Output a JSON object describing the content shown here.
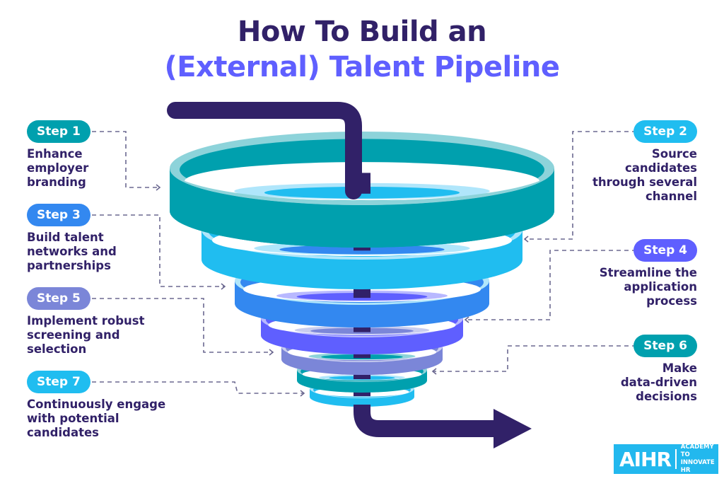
{
  "title": {
    "line1": "How To Build an",
    "line2": "(External) Talent Pipeline"
  },
  "colors": {
    "navy": "#312168",
    "violet": "#5f5fff",
    "teal": "#00a0ae",
    "teal_light": "#8dd3da",
    "sky": "#20bdf0",
    "sky_light": "#b0e6fb",
    "blue": "#3388f0",
    "indigo": "#5f5fff",
    "indigo_light": "#b8b8ff",
    "lavender": "#7b86d8",
    "lavender_light": "#c9cdef",
    "dash": "#6b6890"
  },
  "steps": [
    {
      "label": "Step 1",
      "text": [
        "Enhance",
        "employer",
        "branding"
      ],
      "color": "#00a0ae",
      "side": "left"
    },
    {
      "label": "Step 2",
      "text": [
        "Source",
        "candidates",
        "through several",
        "channel"
      ],
      "color": "#20bdf0",
      "side": "right"
    },
    {
      "label": "Step 3",
      "text": [
        "Build talent",
        "networks and",
        "partnerships"
      ],
      "color": "#3388f0",
      "side": "left"
    },
    {
      "label": "Step 4",
      "text": [
        "Streamline the",
        "application",
        "process"
      ],
      "color": "#5f5fff",
      "side": "right"
    },
    {
      "label": "Step 5",
      "text": [
        "Implement robust",
        "screening and",
        "selection"
      ],
      "color": "#7b86d8",
      "side": "left"
    },
    {
      "label": "Step 6",
      "text": [
        "Make",
        "data-driven",
        "decisions"
      ],
      "color": "#00a0ae",
      "side": "right"
    },
    {
      "label": "Step 7",
      "text": [
        "Continuously engage",
        "with potential",
        "candidates"
      ],
      "color": "#20bdf0",
      "side": "left"
    }
  ],
  "funnel_rings": [
    {
      "name": "ring-1",
      "color": "#00a0ae",
      "rim": "#8dd3da"
    },
    {
      "name": "ring-2",
      "color": "#20bdf0",
      "rim": "#b0e6fb"
    },
    {
      "name": "ring-3",
      "color": "#3388f0",
      "rim": "#b0e6fb"
    },
    {
      "name": "ring-4",
      "color": "#5f5fff",
      "rim": "#b8b8ff"
    },
    {
      "name": "ring-5",
      "color": "#7b86d8",
      "rim": "#c9cdef"
    },
    {
      "name": "ring-6",
      "color": "#00a0ae",
      "rim": "#8dd3da"
    },
    {
      "name": "ring-7",
      "color": "#20bdf0",
      "rim": "#b0e6fb"
    }
  ],
  "logo": {
    "mark": "AIHR",
    "line1": "ACADEMY TO",
    "line2": "INNOVATE HR",
    "color": "#22b8ee"
  }
}
